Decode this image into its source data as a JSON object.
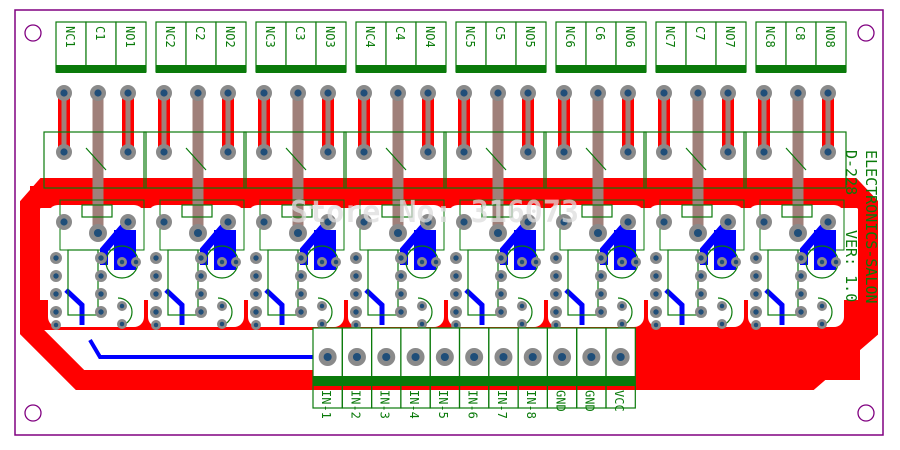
{
  "board": {
    "title": "ELECTRONICS-SALON",
    "model": "D-228",
    "version": "VER: 1.0",
    "watermark": "Store No: 316073"
  },
  "output_terminals": [
    [
      "NC1",
      "C1",
      "NO1"
    ],
    [
      "NC2",
      "C2",
      "NO2"
    ],
    [
      "NC3",
      "C3",
      "NO3"
    ],
    [
      "NC4",
      "C4",
      "NO4"
    ],
    [
      "NC5",
      "C5",
      "NO5"
    ],
    [
      "NC6",
      "C6",
      "NO6"
    ],
    [
      "NC7",
      "C7",
      "NO7"
    ],
    [
      "NC8",
      "C8",
      "NO8"
    ]
  ],
  "input_terminals": [
    "IN-1",
    "IN-2",
    "IN-3",
    "IN-4",
    "IN-5",
    "IN-6",
    "IN-7",
    "IN-8",
    "GND",
    "GND",
    "VCC"
  ],
  "colors": {
    "outline": "#800080",
    "silk": "#0a7a0a",
    "top_copper": "#ff0000",
    "bottom_copper": "#0000ff",
    "pad": "#8a8a8a",
    "drill": "#1f4e79",
    "wide_trace": "#a0807a"
  }
}
